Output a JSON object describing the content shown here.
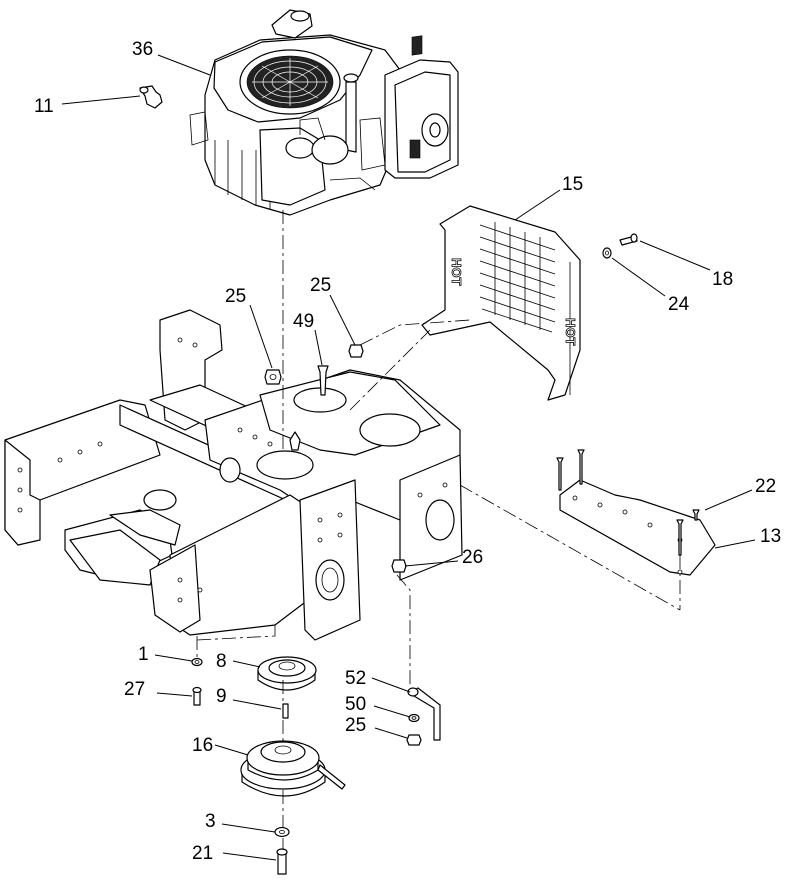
{
  "callouts": [
    {
      "id": "c36",
      "label": "36"
    },
    {
      "id": "c11",
      "label": "11"
    },
    {
      "id": "c15",
      "label": "15"
    },
    {
      "id": "c18",
      "label": "18"
    },
    {
      "id": "c24",
      "label": "24"
    },
    {
      "id": "c25a",
      "label": "25"
    },
    {
      "id": "c25b",
      "label": "25"
    },
    {
      "id": "c49",
      "label": "49"
    },
    {
      "id": "c22",
      "label": "22"
    },
    {
      "id": "c13",
      "label": "13"
    },
    {
      "id": "c26",
      "label": "26"
    },
    {
      "id": "c1",
      "label": "1"
    },
    {
      "id": "c8",
      "label": "8"
    },
    {
      "id": "c27",
      "label": "27"
    },
    {
      "id": "c9",
      "label": "9"
    },
    {
      "id": "c52",
      "label": "52"
    },
    {
      "id": "c50",
      "label": "50"
    },
    {
      "id": "c25c",
      "label": "25"
    },
    {
      "id": "c16",
      "label": "16"
    },
    {
      "id": "c3",
      "label": "3"
    },
    {
      "id": "c21",
      "label": "21"
    }
  ],
  "shield_stamp": "HOT"
}
